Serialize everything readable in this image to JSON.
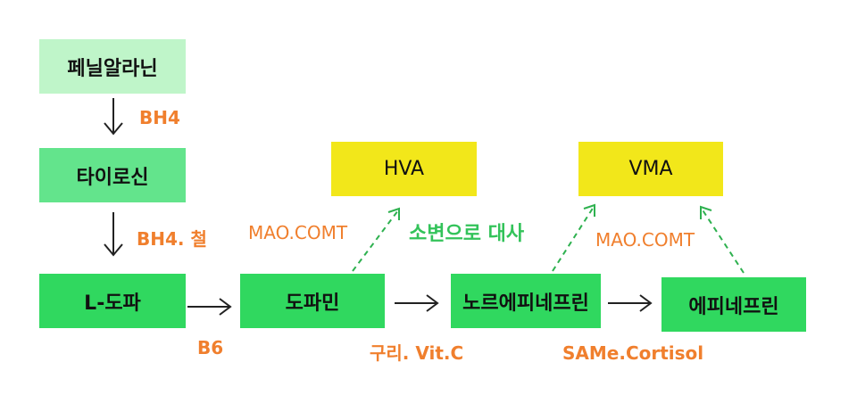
{
  "colors": {
    "box_light": "#bff5c9",
    "box_mid": "#63e48c",
    "box_main": "#30d85f",
    "box_yellow": "#f2e71a",
    "label_orange": "#f07f2d",
    "label_green": "#33c35a",
    "arrow": "#222222",
    "arrow_dashed": "#2eb14f"
  },
  "nodes": {
    "phenylalanine": "페닐알라닌",
    "tyrosine": "타이로신",
    "l_dopa": "L-도파",
    "dopamine": "도파민",
    "norepinephrine": "노르에피네프린",
    "epinephrine": "에피네프린",
    "hva": "HVA",
    "vma": "VMA"
  },
  "labels": {
    "bh4": "BH4",
    "bh4_iron": "BH4. 철",
    "b6": "B6",
    "copper_vitc": "구리. Vit.C",
    "same_cortisol": "SAMe.Cortisol",
    "mao_comt_left": "MAO.COMT",
    "mao_comt_right": "MAO.COMT",
    "fecal_excretion": "소변으로 대사"
  }
}
